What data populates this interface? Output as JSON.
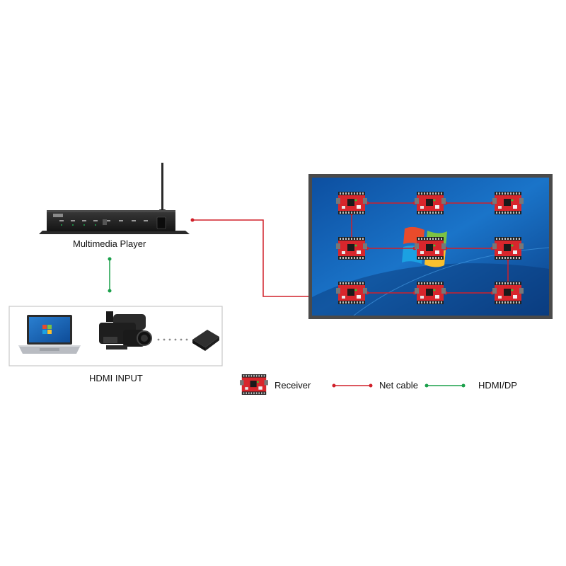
{
  "labels": {
    "multimedia_player": "Multimedia Player",
    "hdmi_input": "HDMI INPUT"
  },
  "legend": {
    "receiver": "Receiver",
    "net_cable": "Net cable",
    "hdmi_dp": "HDMI/DP"
  },
  "colors": {
    "net_cable": "#d0202a",
    "hdmi_dp": "#1aa04a",
    "receiver_board": "#d8262c",
    "screen_bezel": "#4a4a4a",
    "screen_desktop": "#1565b8"
  },
  "icons": {
    "player": "media-player-box-icon",
    "laptop": "laptop-icon",
    "camcorder": "camcorder-icon",
    "set_top_box": "set-top-box-icon",
    "receiver": "receiver-card-icon",
    "desktop_logo": "windows-logo-icon"
  }
}
